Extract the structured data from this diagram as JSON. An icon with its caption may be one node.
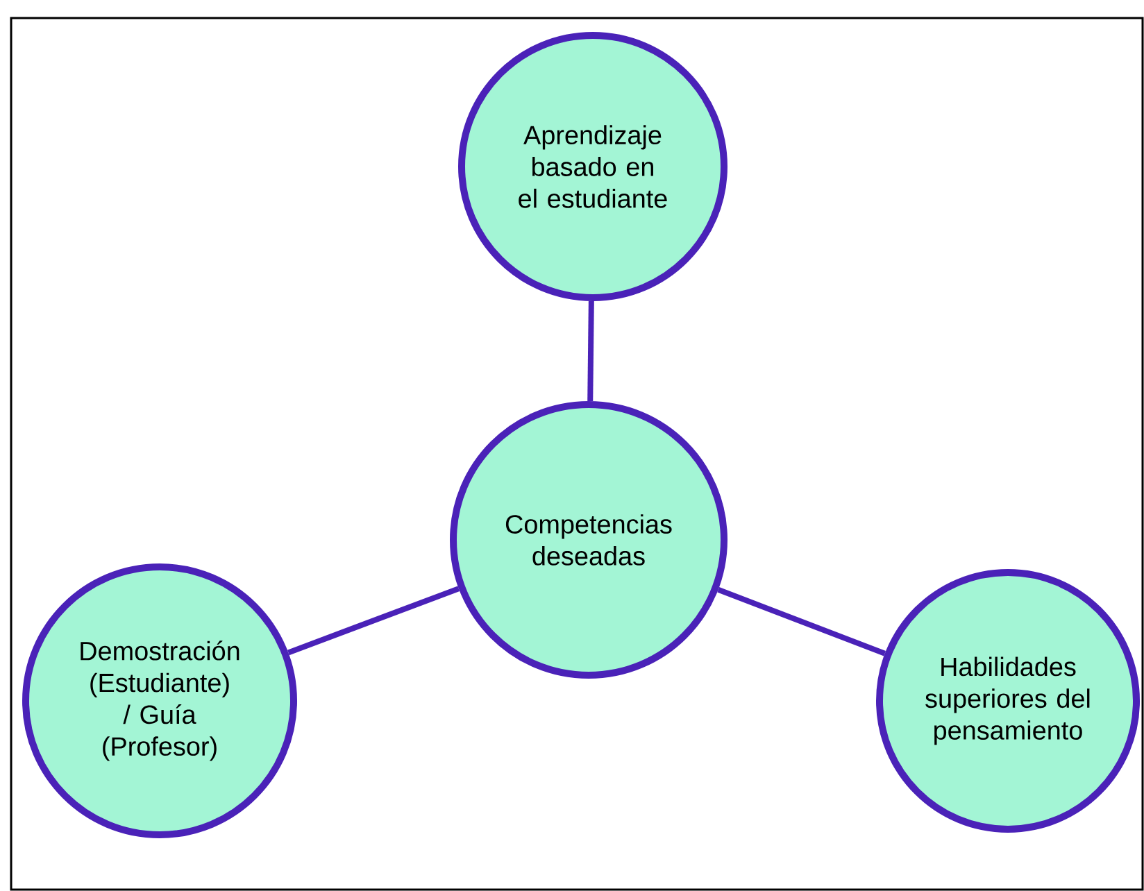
{
  "diagram": {
    "nodes": [
      {
        "text": [
          "Aprendizaje basado en el estudiante"
        ]
      },
      {
        "text": [
          "Competencias deseadas"
        ]
      },
      {
        "text": [
          "Demostración (Estudiante) / Guía (Profesor)"
        ]
      },
      {
        "text": [
          "Habilidades superiores del pensamiento"
        ]
      }
    ],
    "edges": [
      {
        "from": 1,
        "to": 0,
        "arrow": "none"
      },
      {
        "from": 1,
        "to": 2,
        "arrow": "none"
      },
      {
        "from": 1,
        "to": 3,
        "arrow": "none"
      }
    ]
  }
}
